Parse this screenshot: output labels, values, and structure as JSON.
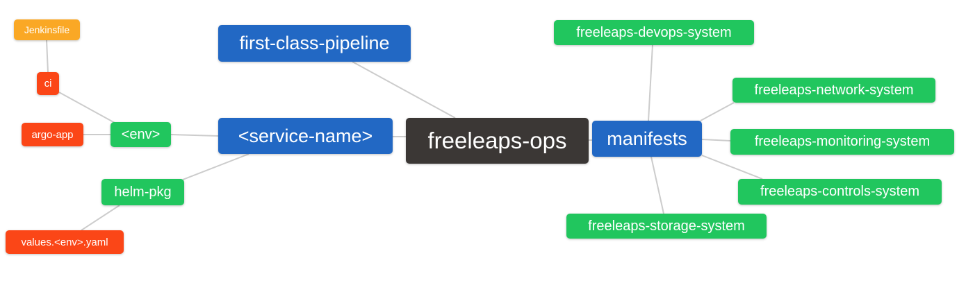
{
  "diagram": {
    "type": "mindmap",
    "background": "#ffffff",
    "edge_color": "#cccccc",
    "text_color": "#ffffff",
    "palette": {
      "root": "#3b3735",
      "branch": "#2268c4",
      "leaf_green": "#21c65e",
      "leaf_red": "#fb4617",
      "leaf_orange": "#faa825"
    },
    "nodes": {
      "ops": {
        "label": "freeleaps-ops",
        "level": "root"
      },
      "pipeline": {
        "label": "first-class-pipeline",
        "level": "branch"
      },
      "service": {
        "label": "<service-name>",
        "level": "branch"
      },
      "manifests": {
        "label": "manifests",
        "level": "branch"
      },
      "env": {
        "label": "<env>",
        "level": "leaf_green"
      },
      "helm": {
        "label": "helm-pkg",
        "level": "leaf_green"
      },
      "ci": {
        "label": "ci",
        "level": "leaf_red"
      },
      "argo": {
        "label": "argo-app",
        "level": "leaf_red"
      },
      "values": {
        "label": "values.<env>.yaml",
        "level": "leaf_red"
      },
      "jenkinsfile": {
        "label": "Jenkinsfile",
        "level": "leaf_orange"
      },
      "devops": {
        "label": "freeleaps-devops-system",
        "level": "leaf_green"
      },
      "network": {
        "label": "freeleaps-network-system",
        "level": "leaf_green"
      },
      "monitoring": {
        "label": "freeleaps-monitoring-system",
        "level": "leaf_green"
      },
      "controls": {
        "label": "freeleaps-controls-system",
        "level": "leaf_green"
      },
      "storage": {
        "label": "freeleaps-storage-system",
        "level": "leaf_green"
      }
    },
    "edges": [
      [
        "jenkinsfile",
        "ci"
      ],
      [
        "ci",
        "env"
      ],
      [
        "argo",
        "env"
      ],
      [
        "env",
        "service"
      ],
      [
        "service",
        "helm"
      ],
      [
        "helm",
        "values"
      ],
      [
        "pipeline",
        "ops"
      ],
      [
        "service",
        "ops"
      ],
      [
        "ops",
        "manifests"
      ],
      [
        "manifests",
        "devops"
      ],
      [
        "manifests",
        "network"
      ],
      [
        "manifests",
        "monitoring"
      ],
      [
        "manifests",
        "controls"
      ],
      [
        "manifests",
        "storage"
      ]
    ]
  }
}
